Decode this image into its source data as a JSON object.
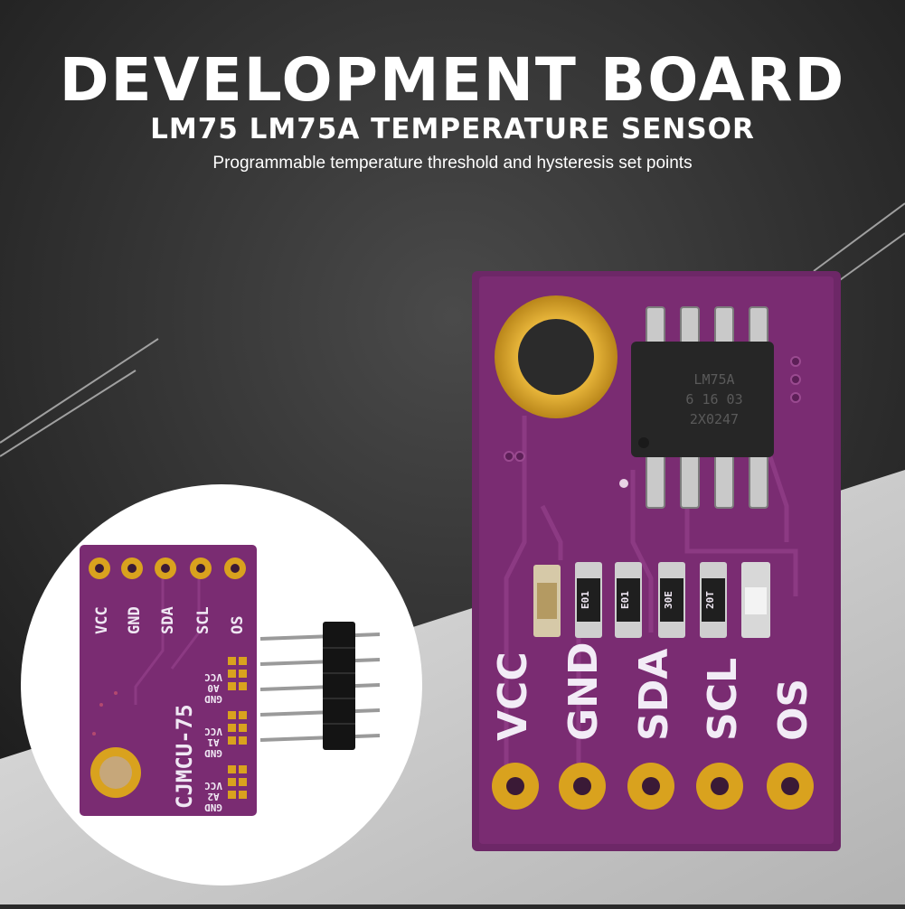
{
  "header": {
    "title": "DEVELOPMENT BOARD",
    "subtitle": "LM75 LM75A TEMPERATURE SENSOR",
    "description": "Programmable temperature threshold and hysteresis set points"
  },
  "main_board": {
    "pins": [
      "VCC",
      "GND",
      "SDA",
      "SCL",
      "OS"
    ],
    "chip_marking": [
      "LM75A",
      "6 16 03",
      "2X0247"
    ],
    "smd_codes": [
      "E01",
      "E01",
      "30E",
      "20T"
    ]
  },
  "inset_board": {
    "pins": [
      "VCC",
      "GND",
      "SDA",
      "SCL",
      "OS"
    ],
    "model": "CJMCU-75",
    "address_labels": [
      "VCC",
      "A0",
      "GND",
      "VCC",
      "A1",
      "GND",
      "VCC",
      "A2",
      "GND"
    ]
  },
  "colors": {
    "pcb": "#7a2c72",
    "gold": "#d9a21e",
    "background_dark": "#2a2a2a",
    "background_light": "#c7c7c7"
  }
}
